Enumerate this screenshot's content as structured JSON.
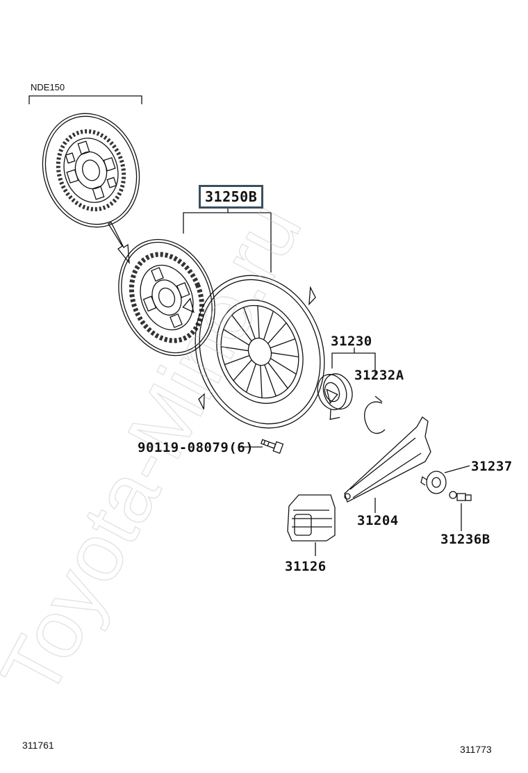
{
  "variant_label": "NDE150",
  "parts": {
    "clutch_cover_kit": "31250B",
    "release_bearing": "31230",
    "bearing_clip": "31232A",
    "bolt": "90119-08079(6)",
    "support": "31237",
    "fork": "31204",
    "ball_stud": "31236B",
    "boot": "31126"
  },
  "watermark": "Toyota-Mine.ru",
  "footer": {
    "left_code": "311761",
    "right_code": "311773"
  }
}
